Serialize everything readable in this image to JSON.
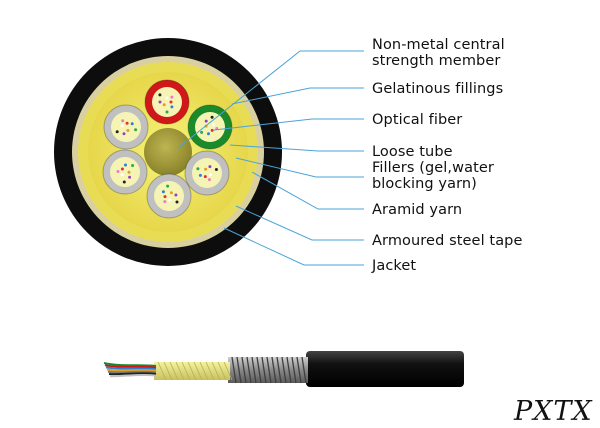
{
  "labels": {
    "strength_member": "Non-metal central strength member",
    "strength_member_line1": "Non-metal central",
    "strength_member_line2": "strength member",
    "gel_fill": "Gelatinous fillings",
    "optical_fiber": "Optical fiber",
    "loose_tube": "Loose tube",
    "fillers_line1": "Fillers (gel,water",
    "fillers_line2": "blocking yarn)",
    "aramid_yarn": "Aramid yarn",
    "armoured_tape": "Armoured steel tape",
    "jacket": "Jacket"
  },
  "model": "PXTX",
  "colors": {
    "jacket": "#0d0d0d",
    "armour": "#d8d0a0",
    "aramid": "#f0e25a",
    "gel": "#f2f06a",
    "central_member": "#a8a040",
    "tube_grey": "#c0c0c0",
    "tube_red": "#d01818",
    "tube_green": "#1a8a2a",
    "leader_line": "#4aa3d8"
  }
}
